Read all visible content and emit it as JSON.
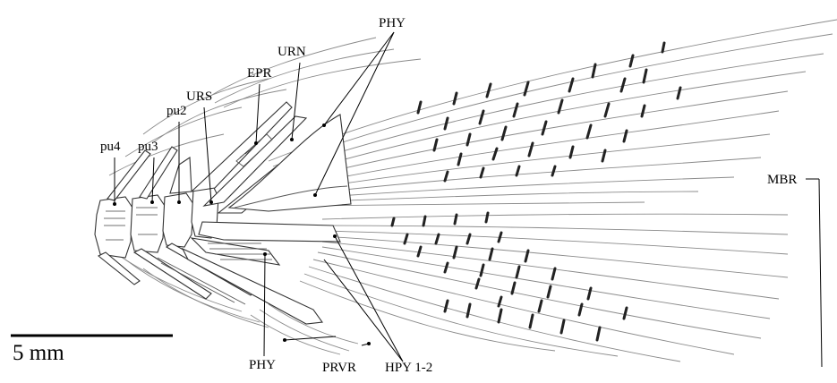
{
  "labels": {
    "pu4": "pu4",
    "pu3": "pu3",
    "pu2": "pu2",
    "urs": "URS",
    "epr": "EPR",
    "urn": "URN",
    "phy_upper": "PHY",
    "phy_lower": "PHY",
    "mbr": "MBR",
    "prvr": "PRVR",
    "hpy": "HPY 1-2"
  },
  "scale_bar": {
    "label": "5 mm"
  }
}
